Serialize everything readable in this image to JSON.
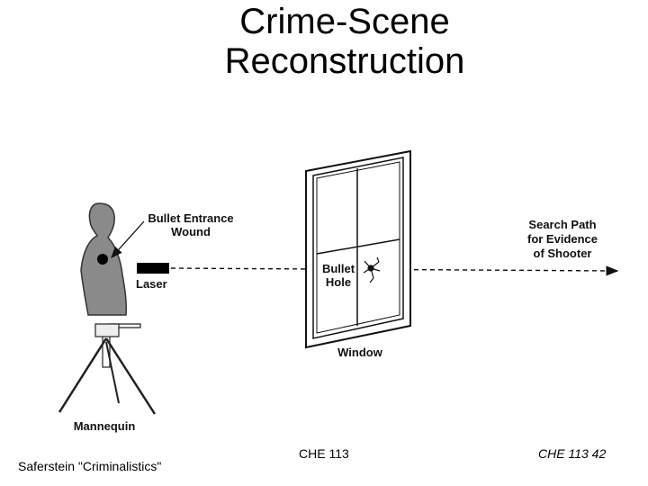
{
  "title_line1": "Crime-Scene",
  "title_line2": "Reconstruction",
  "labels": {
    "entrance_line1": "Bullet Entrance",
    "entrance_line2": "Wound",
    "laser": "Laser",
    "bullet_hole_line1": "Bullet",
    "bullet_hole_line2": "Hole",
    "window": "Window",
    "search_line1": "Search Path",
    "search_line2": "for Evidence",
    "search_line3": "of Shooter",
    "mannequin": "Mannequin"
  },
  "footer": {
    "source": "Saferstein \"Criminalistics\"",
    "course": "CHE 113",
    "page": "CHE 113 42"
  },
  "colors": {
    "mannequin_fill": "#8a8a8a",
    "window_frame": "#ffffff",
    "ink": "#111111"
  }
}
